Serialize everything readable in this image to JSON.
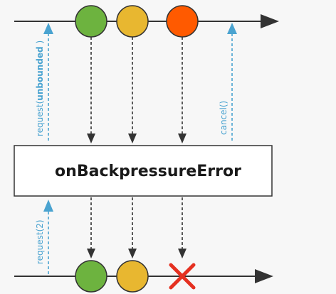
{
  "operator": {
    "label": "onBackpressureError"
  },
  "upstream": {
    "request_prefix": "request(",
    "request_arg": "unbounded",
    "request_suffix": " )",
    "cancel_label": "cancel()"
  },
  "downstream": {
    "request_label": "request(2)"
  },
  "upstream_marbles": [
    {
      "name": "green",
      "color": "#6db33f"
    },
    {
      "name": "yellow",
      "color": "#e8b730"
    },
    {
      "name": "orange",
      "color": "#ff5a00"
    }
  ],
  "downstream_marbles": [
    {
      "name": "green",
      "color": "#6db33f"
    },
    {
      "name": "yellow",
      "color": "#e8b730"
    }
  ],
  "error_marker": {
    "icon": "error-cross-icon",
    "color": "#e53020"
  },
  "colors": {
    "timeline": "#333333",
    "request_arrow": "#4aa3d0",
    "operator_border": "#333333",
    "operator_fill": "#ffffff"
  }
}
